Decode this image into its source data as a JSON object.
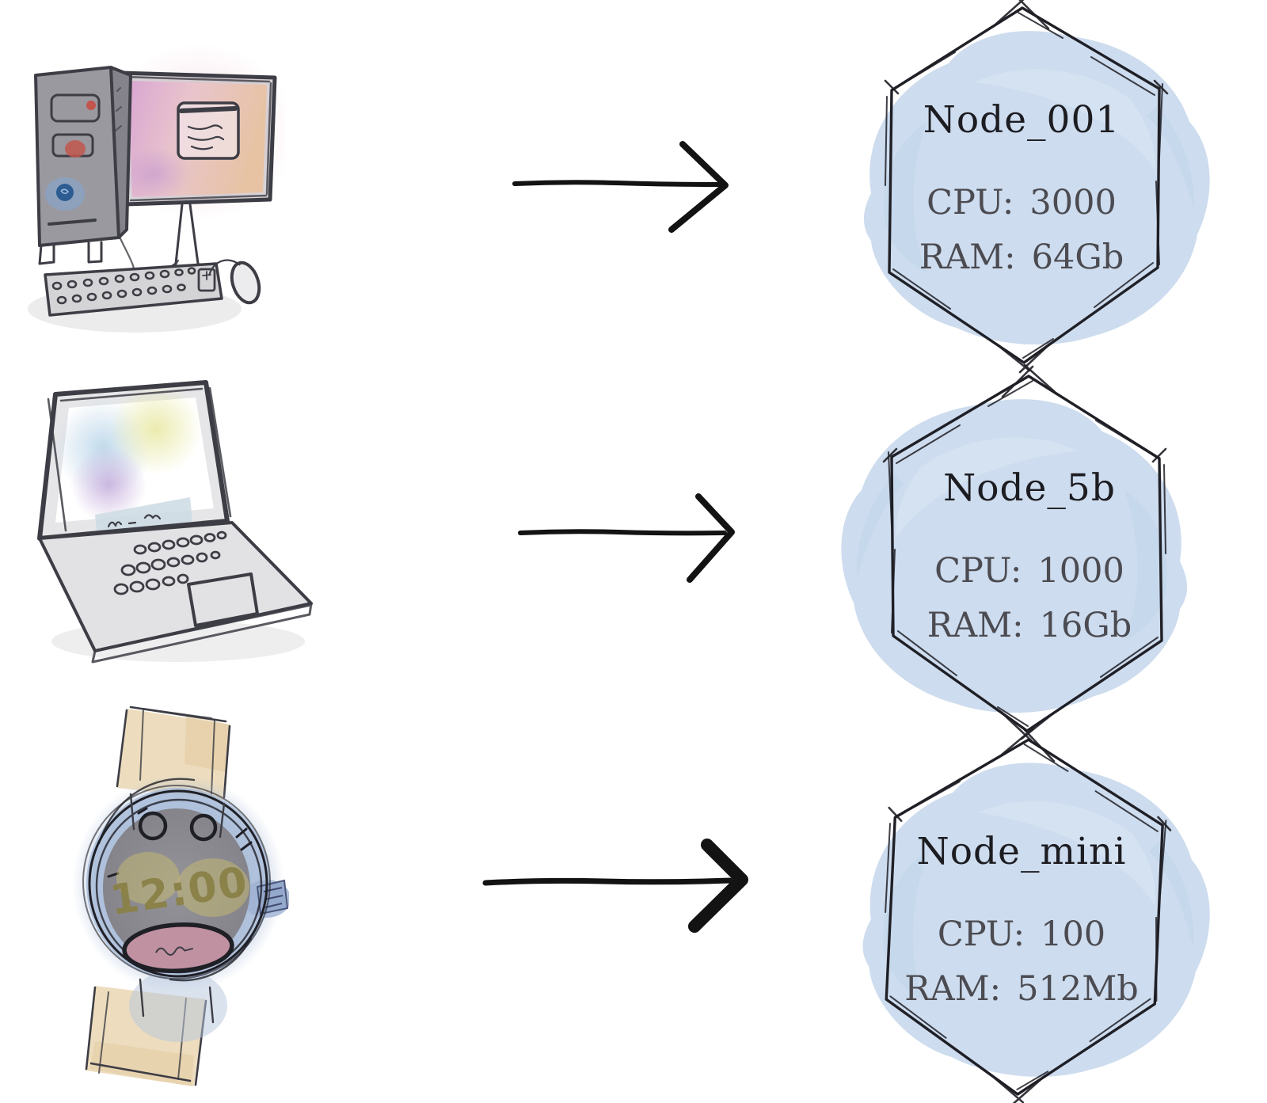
{
  "diagram": {
    "nodes": [
      {
        "name": "Node_001",
        "device": "desktop-computer",
        "specs": {
          "cpu_label": "CPU:",
          "cpu": "3000",
          "ram_label": "RAM:",
          "ram": "64Gb"
        }
      },
      {
        "name": "Node_5b",
        "device": "laptop",
        "specs": {
          "cpu_label": "CPU:",
          "cpu": "1000",
          "ram_label": "RAM:",
          "ram": "16Gb"
        }
      },
      {
        "name": "Node_mini",
        "device": "smartwatch",
        "specs": {
          "cpu_label": "CPU:",
          "cpu": "100",
          "ram_label": "RAM:",
          "ram": "512Mb"
        }
      }
    ],
    "watch_display_time": "12:00",
    "colors": {
      "hex_fill": "#cddcee",
      "node_title": "#1c1c21",
      "node_specs": "#4b4b51",
      "arrow_ink": "#131313",
      "strap_tan": "#edddbe",
      "watch_bezel_blue": "#a8bcd8",
      "tower_gray": "#9a99a0",
      "screen_pink": "#e9c4cc"
    }
  }
}
